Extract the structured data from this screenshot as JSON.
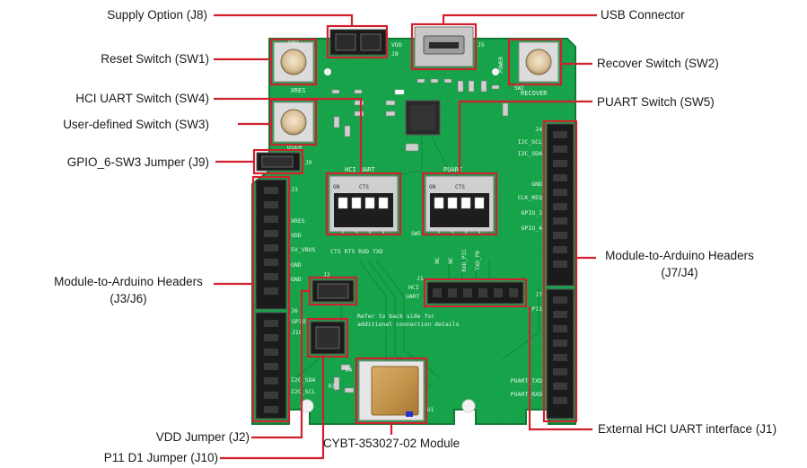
{
  "callouts": {
    "supply_option": "Supply Option (J8)",
    "reset_switch": "Reset Switch (SW1)",
    "hci_uart_switch": "HCI UART Switch (SW4)",
    "user_defined_switch": "User-defined Switch (SW3)",
    "gpio6_jumper": "GPIO_6-SW3 Jumper (J9)",
    "left_headers_line1": "Module-to-Arduino Headers",
    "left_headers_line2": "(J3/J6)",
    "vdd_jumper": "VDD Jumper (J2)",
    "p11_jumper": "P11 D1 Jumper (J10)",
    "usb_connector": "USB Connector",
    "recover_switch": "Recover Switch  (SW2)",
    "puart_switch": "PUART Switch (SW5)",
    "right_headers_line1": "Module-to-Arduino Headers",
    "right_headers_line2": "(J7/J4)",
    "module": "CYBT-353027-02 Module",
    "ext_hci_uart": "External HCI UART interface (J1)"
  },
  "silkscreen": {
    "sw1": "SW1",
    "xres": "XRES",
    "user": "USER",
    "j8": "J8",
    "vdd": "VDD",
    "j5": "J5",
    "power": "POWER",
    "sw2": "SW2",
    "recover": "RECOVER",
    "j9": "J9",
    "j3": "J3",
    "hci_uart": "HCI UART",
    "puart": "PUART",
    "on": "ON",
    "cts": "CTS",
    "dip_nums": [
      "1",
      "2",
      "3",
      "4"
    ],
    "hci_bottom": "CTS RTS RXD TXD",
    "sw5": "SW5",
    "puart_pins": [
      "NC",
      "NC",
      "RXD_P31",
      "TXD_P0"
    ],
    "left_pins": [
      "XRES",
      "VDD",
      "5V_VBUS",
      "GND",
      "GND"
    ],
    "right_pins": [
      "J4",
      "I2C_SCL",
      "I2C_SDA",
      "GND",
      "CLK_REQ",
      "GPIO_1",
      "GPIO_4"
    ],
    "j1": "J1",
    "hci": "HCI",
    "uart": "UART",
    "j2": "J2",
    "j6": "J6",
    "j7": "J7",
    "p11": "P11",
    "gpio": "GPIO",
    "j10": "J10",
    "note_line1": "Refer to back side for",
    "note_line2": "additional connection details",
    "i2c_sda": "I2C_SDA",
    "i2c_scl": "I2C_SCL",
    "puart_txd": "PUART_TXD",
    "puart_rxd": "PUART_RXD",
    "r4": "R4",
    "r7": "R7",
    "u1": "U1"
  },
  "colors": {
    "board": "#17a34a",
    "board_dark": "#0f7a36",
    "callout_red": "#d0202e",
    "silk": "#e9f7ee",
    "header_black": "#1b1b1b",
    "dip_red": "#d33a2c",
    "module_gold": "#c79a52"
  }
}
